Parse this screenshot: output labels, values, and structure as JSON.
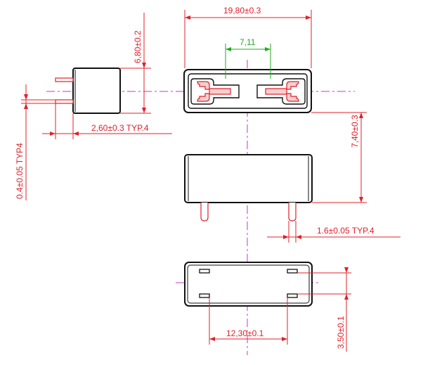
{
  "colors": {
    "outline": "#111111",
    "dimension": "#e0202a",
    "centerline": "#cc33cc",
    "clip_dimension": "#22aa22",
    "contact": "#e0202a"
  },
  "labels": {
    "width_overall": "19,80±0.3",
    "clip_spacing": "7,11",
    "height_side": "6,80±0.2",
    "pin_offset": "2,60±0.3 TYP.4",
    "pin_diameter": "0.4±0.05 TYP4",
    "body_height": "7,40±0.3",
    "pin_pitch_front": "1.6±0.05 TYP.4",
    "pad_pitch_x": "12,30±0.1",
    "pad_pitch_y": "3,50±0.1"
  }
}
